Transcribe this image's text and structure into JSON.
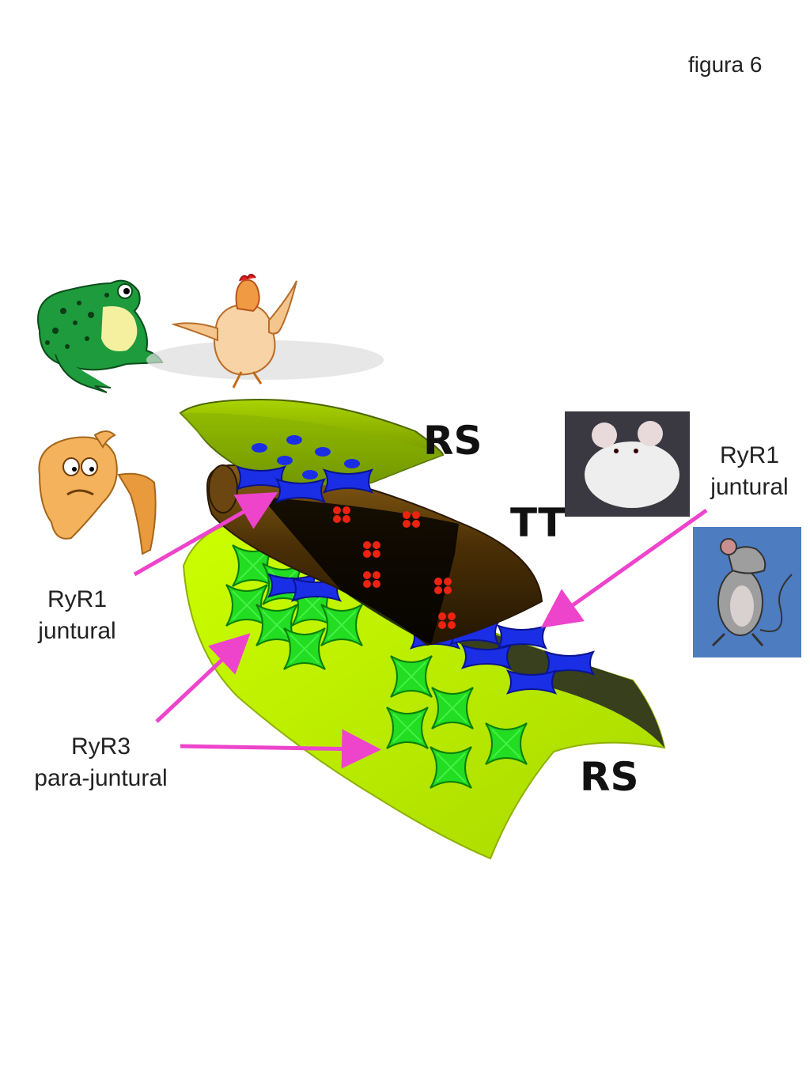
{
  "figure": {
    "title": "figura 6"
  },
  "structures": {
    "rs_top": "RS",
    "rs_bottom": "RS",
    "tt": "TT"
  },
  "labels": {
    "ryr1_left": {
      "line1": "RyR1",
      "line2": "juntural"
    },
    "ryr1_right": {
      "line1": "RyR1",
      "line2": "juntural"
    },
    "ryr3": {
      "line1": "RyR3",
      "line2": "para-juntural"
    }
  },
  "colors": {
    "rs_membrane": "#ccff00",
    "tubule": "#5a3b0a",
    "ryr1": "#1a2ee6",
    "ryr3": "#22dd22",
    "dhpr": "#ee2211",
    "arrow": "#ee44cc"
  },
  "animals": [
    "frog-icon",
    "chicken-icon",
    "fish-icon",
    "mouse-photo",
    "rat-icon"
  ]
}
